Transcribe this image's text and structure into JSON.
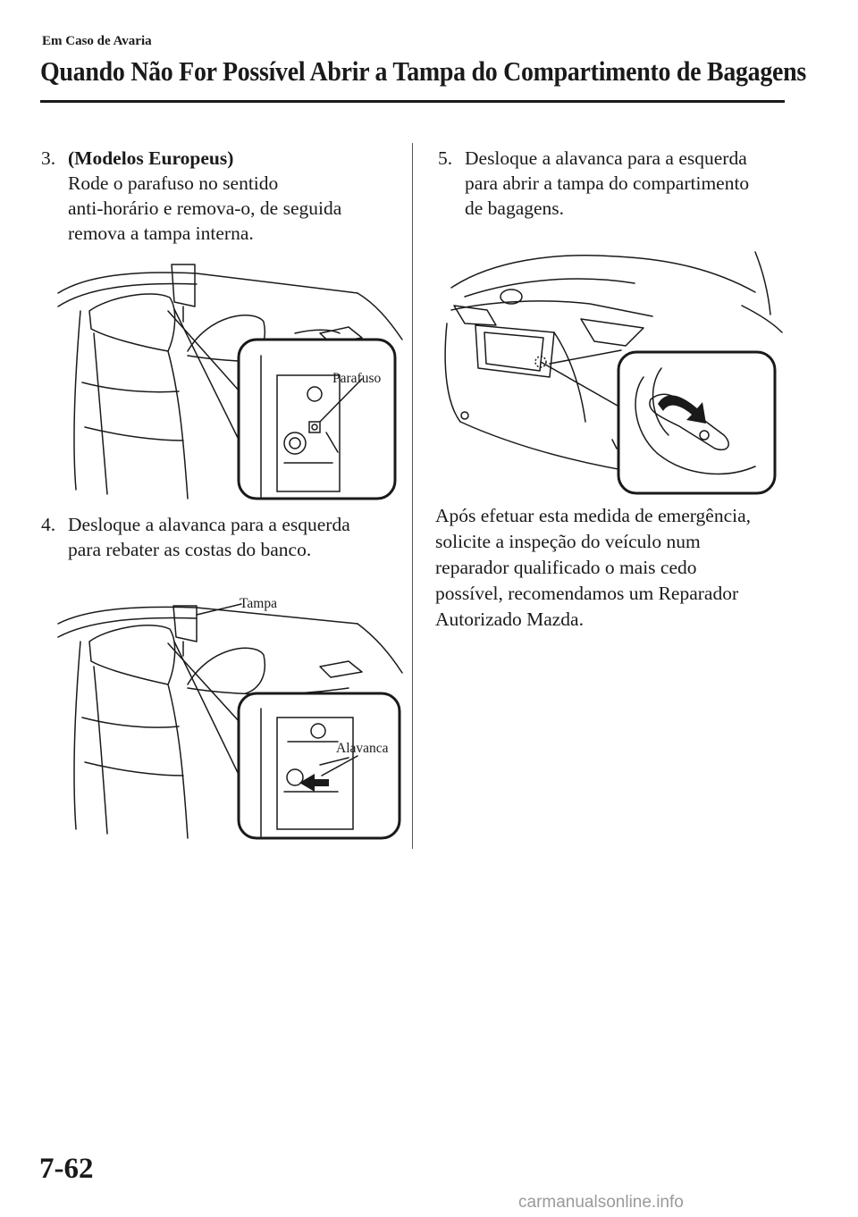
{
  "header": {
    "section": "Em Caso de Avaria",
    "title": "Quando Não For Possível Abrir a Tampa do Compartimento de Bagagens"
  },
  "steps": [
    {
      "number": "3.",
      "heading": "(Modelos Europeus)",
      "lines": [
        "Rode o parafuso no sentido",
        "anti-horário e remova-o, de seguida",
        "remova a tampa interna."
      ]
    },
    {
      "number": "4.",
      "lines": [
        "Desloque a alavanca para a esquerda",
        "para rebater as costas do banco."
      ]
    },
    {
      "number": "5.",
      "lines": [
        "Desloque a alavanca para a esquerda",
        "para abrir a tampa do compartimento",
        "de bagagens."
      ]
    }
  ],
  "figures": {
    "fig1": {
      "callout": "Parafuso"
    },
    "fig2": {
      "callout_top": "Tampa",
      "callout_detail": "Alavanca"
    }
  },
  "note": {
    "lines": [
      "Após efetuar esta medida de emergência,",
      "solicite a inspeção do veículo num",
      "reparador qualificado o mais cedo",
      "possível, recomendamos um Reparador",
      "Autorizado Mazda."
    ]
  },
  "footer": {
    "page_number": "7-62",
    "watermark": "carmanualsonline.info"
  }
}
